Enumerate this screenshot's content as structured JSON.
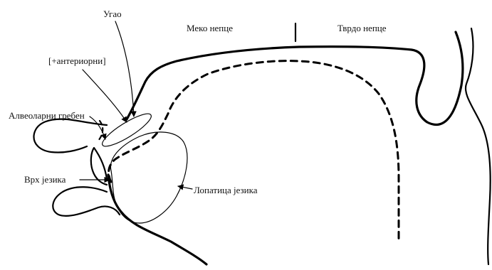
{
  "labels": {
    "corner": "Угао",
    "soft_palate": "Меко непце",
    "hard_palate": "Тврдо непце",
    "anterior": "[+антериорни]",
    "alveolar_ridge": "Алвеоларни гребен",
    "tongue_tip": "Врх језика",
    "tongue_blade": "Лопатица језика"
  },
  "colors": {
    "ink": "#000000",
    "background": "#ffffff"
  }
}
